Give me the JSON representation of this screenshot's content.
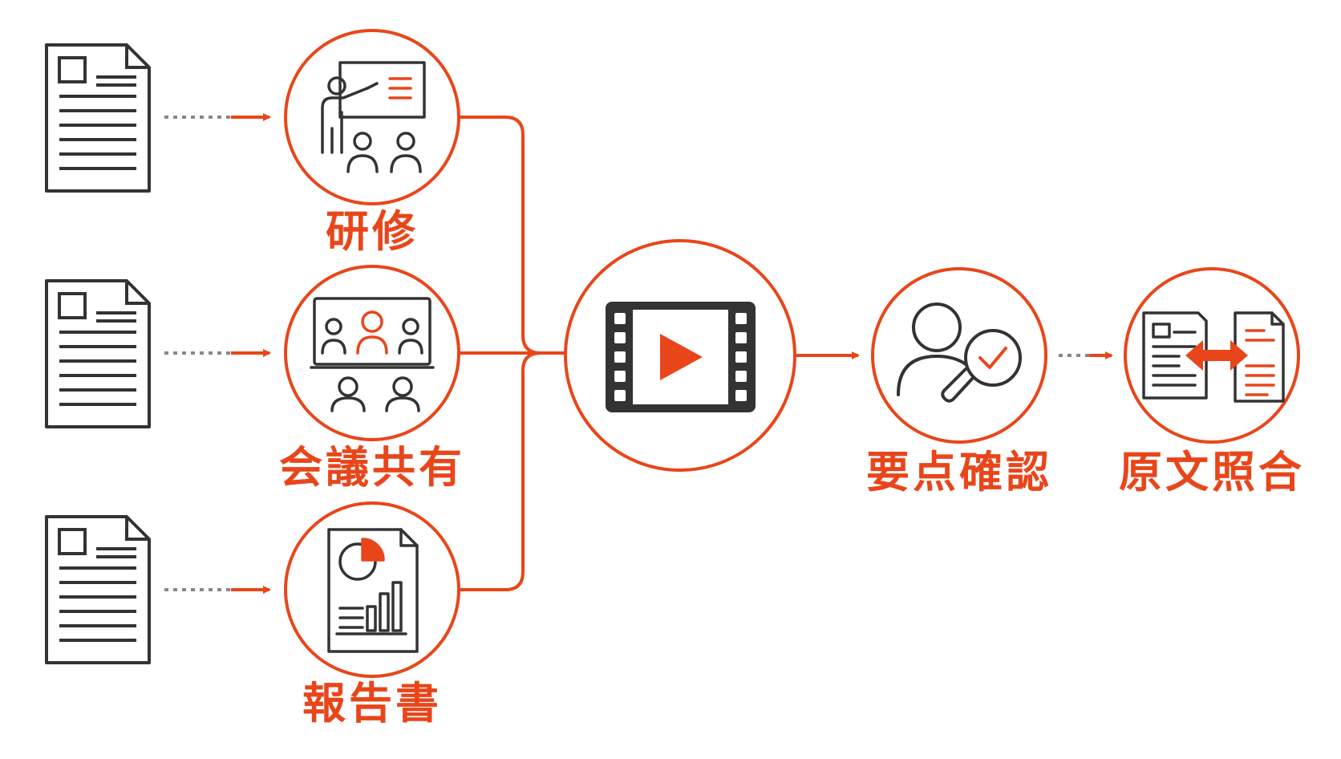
{
  "colors": {
    "accent": "#e8461a",
    "line": "#333333",
    "connector": "#888888",
    "background": "#ffffff"
  },
  "sources": [
    {
      "label": "研修",
      "icon": "presentation-training-icon",
      "doc_icon": "document-icon"
    },
    {
      "label": "会議共有",
      "icon": "video-conference-icon",
      "doc_icon": "document-icon"
    },
    {
      "label": "報告書",
      "icon": "report-chart-icon",
      "doc_icon": "document-icon"
    }
  ],
  "hub": {
    "icon": "video-play-icon"
  },
  "steps": [
    {
      "label": "要点確認",
      "icon": "person-search-check-icon"
    },
    {
      "label": "原文照合",
      "icon": "document-compare-icon"
    }
  ]
}
